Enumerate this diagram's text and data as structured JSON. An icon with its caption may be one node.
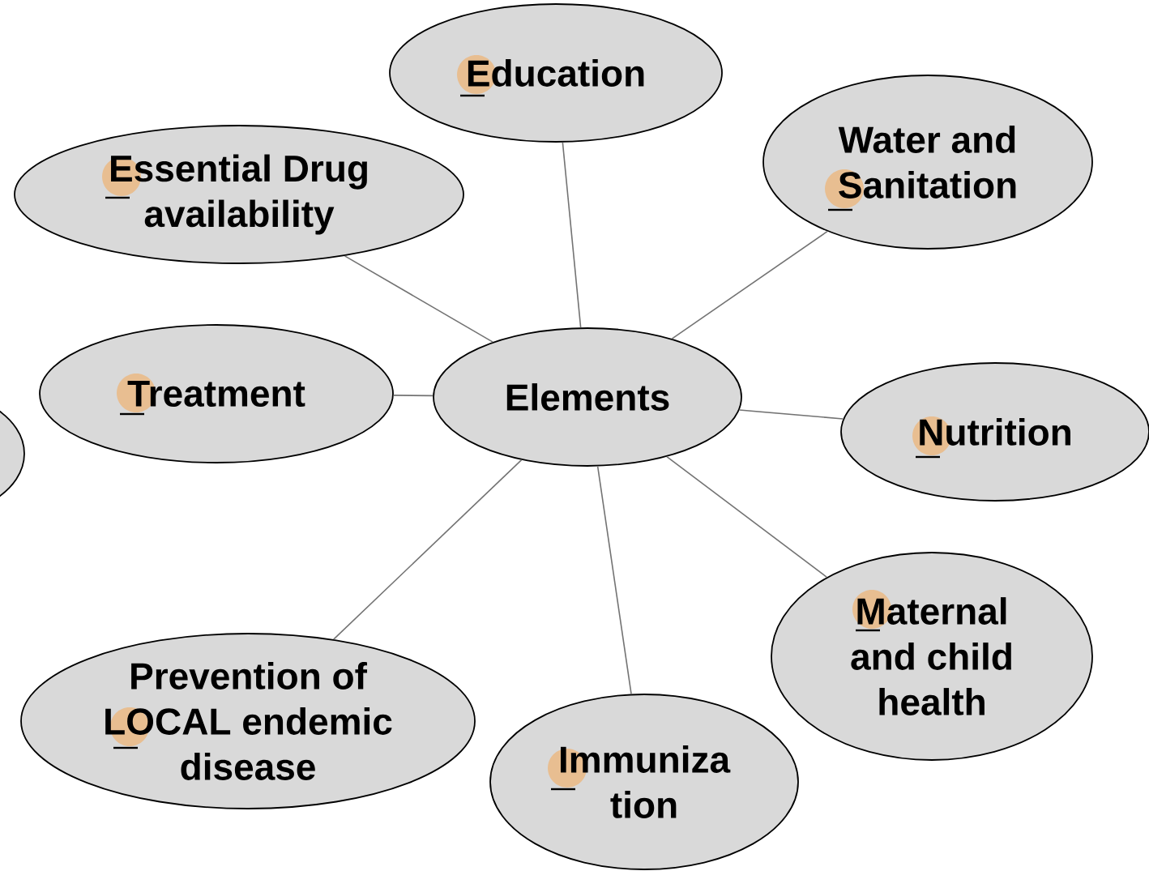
{
  "diagram": {
    "nodes": [
      {
        "text": [
          "Elements"
        ]
      },
      {
        "text": [
          "Education"
        ]
      },
      {
        "text": [
          "Water and Sanitation"
        ]
      },
      {
        "text": [
          "Nutrition"
        ]
      },
      {
        "text": [
          "Maternal and child health"
        ]
      },
      {
        "text": [
          "Immuniza tion"
        ]
      },
      {
        "text": [
          "Prevention of LOCAL endemic disease"
        ]
      },
      {
        "text": [
          "Treatment"
        ]
      },
      {
        "text": [
          "Essential Drug availability"
        ]
      },
      {
        "text": [],
        "shape": "ellipse"
      }
    ],
    "edges": [
      {
        "from": 0,
        "to": 1,
        "arrow": "none"
      },
      {
        "from": 0,
        "to": 2,
        "arrow": "none"
      },
      {
        "from": 0,
        "to": 3,
        "arrow": "none"
      },
      {
        "from": 0,
        "to": 4,
        "arrow": "none"
      },
      {
        "from": 0,
        "to": 5,
        "arrow": "none"
      },
      {
        "from": 0,
        "to": 6,
        "arrow": "none"
      },
      {
        "from": 0,
        "to": 7,
        "arrow": "none"
      },
      {
        "from": 0,
        "to": 8,
        "arrow": "none"
      }
    ]
  }
}
